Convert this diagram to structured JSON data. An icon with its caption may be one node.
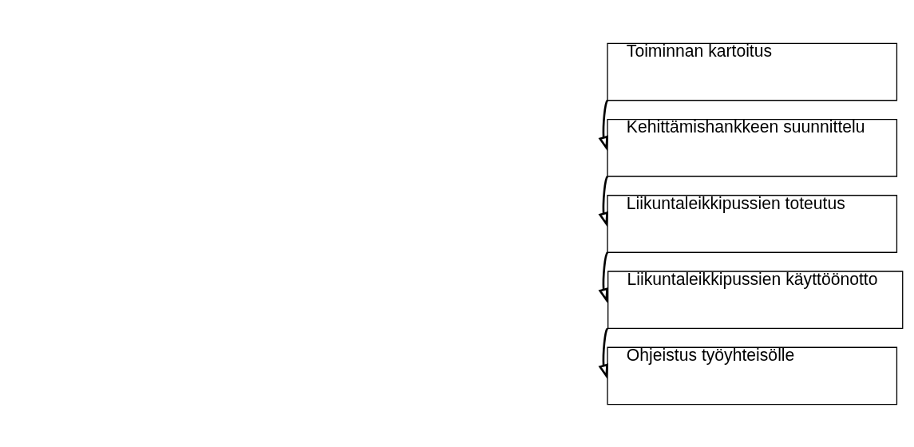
{
  "diagram": {
    "nodes": [
      {
        "text": [
          "Toiminnan kartoitus"
        ]
      },
      {
        "text": [
          "Kehittämishankkeen suunnittelu"
        ]
      },
      {
        "text": [
          "Liikuntaleikkipussien toteutus"
        ]
      },
      {
        "text": [
          "Liikuntaleikkipussien käyttöönotto"
        ]
      },
      {
        "text": [
          "Ohjeistus työyhteisölle"
        ]
      }
    ],
    "edges": [
      {
        "from": 0,
        "to": 1,
        "arrow": "to"
      },
      {
        "from": 1,
        "to": 2,
        "arrow": "to"
      },
      {
        "from": 2,
        "to": 3,
        "arrow": "to"
      },
      {
        "from": 3,
        "to": 4,
        "arrow": "to"
      }
    ]
  }
}
